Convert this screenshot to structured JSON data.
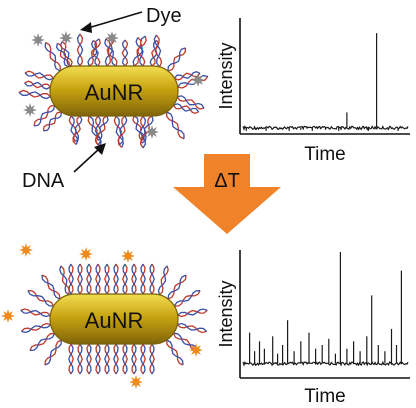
{
  "labels": {
    "dye": "Dye",
    "dna": "DNA",
    "delta_t": "ΔT"
  },
  "nanorod": {
    "top_label": "AuNR",
    "bottom_label": "AuNR"
  },
  "colors": {
    "gold": "#c9a512",
    "arrow_orange": "#f0822a",
    "dye_quenched": "#8a8a8a",
    "dye_emitting": "#f08a1c",
    "dna_red": "#c0392b",
    "dna_blue": "#3a4fa8"
  },
  "plots": {
    "top": {
      "ylabel": "Intensity",
      "xlabel": "Time",
      "baseline": 0.05,
      "spikes": [
        {
          "t": 0.02,
          "v": 0.02
        },
        {
          "t": 0.08,
          "v": 0.03
        },
        {
          "t": 0.14,
          "v": 0.02
        },
        {
          "t": 0.21,
          "v": 0.04
        },
        {
          "t": 0.28,
          "v": 0.02
        },
        {
          "t": 0.35,
          "v": 0.03
        },
        {
          "t": 0.42,
          "v": 0.02
        },
        {
          "t": 0.5,
          "v": 0.03
        },
        {
          "t": 0.58,
          "v": 0.02
        },
        {
          "t": 0.63,
          "v": 0.2
        },
        {
          "t": 0.7,
          "v": 0.03
        },
        {
          "t": 0.76,
          "v": 0.02
        },
        {
          "t": 0.81,
          "v": 0.97
        },
        {
          "t": 0.88,
          "v": 0.03
        },
        {
          "t": 0.94,
          "v": 0.02
        }
      ]
    },
    "bottom": {
      "ylabel": "Intensity",
      "xlabel": "Time",
      "baseline": 0.1,
      "spikes": [
        {
          "t": 0.04,
          "v": 0.35
        },
        {
          "t": 0.07,
          "v": 0.2
        },
        {
          "t": 0.1,
          "v": 0.28
        },
        {
          "t": 0.13,
          "v": 0.22
        },
        {
          "t": 0.18,
          "v": 0.32
        },
        {
          "t": 0.21,
          "v": 0.18
        },
        {
          "t": 0.24,
          "v": 0.25
        },
        {
          "t": 0.27,
          "v": 0.45
        },
        {
          "t": 0.31,
          "v": 0.2
        },
        {
          "t": 0.35,
          "v": 0.28
        },
        {
          "t": 0.4,
          "v": 0.35
        },
        {
          "t": 0.44,
          "v": 0.22
        },
        {
          "t": 0.48,
          "v": 0.25
        },
        {
          "t": 0.52,
          "v": 0.3
        },
        {
          "t": 0.56,
          "v": 0.18
        },
        {
          "t": 0.59,
          "v": 1.0
        },
        {
          "t": 0.63,
          "v": 0.22
        },
        {
          "t": 0.67,
          "v": 0.28
        },
        {
          "t": 0.71,
          "v": 0.2
        },
        {
          "t": 0.75,
          "v": 0.32
        },
        {
          "t": 0.78,
          "v": 0.65
        },
        {
          "t": 0.82,
          "v": 0.25
        },
        {
          "t": 0.86,
          "v": 0.2
        },
        {
          "t": 0.9,
          "v": 0.38
        },
        {
          "t": 0.93,
          "v": 0.25
        },
        {
          "t": 0.96,
          "v": 0.85
        }
      ]
    }
  }
}
